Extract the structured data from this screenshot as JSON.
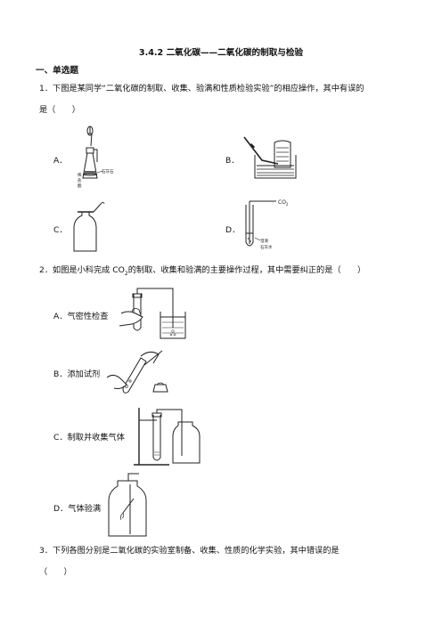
{
  "doc": {
    "title": "3.4.2 二氧化碳——二氧化碳的制取与检验",
    "section": "一、单选题",
    "questions": [
      {
        "line1": "1．下图是某同学“二氧化碳的制取、收集、验满和性质检验实验”的相应操作，其中有误的",
        "line2": "是（　　）",
        "options": [
          "A．",
          "B．",
          "C．",
          "D．"
        ],
        "figure_labels": {
          "a_stone": "石灰石",
          "a_acid1": "稀",
          "a_acid2": "盐",
          "a_acid3": "酸",
          "d_gas": "CO",
          "d_gas_sub": "2",
          "d_liquid1": "澄清",
          "d_liquid2": "石灰水"
        }
      },
      {
        "line1_pre": "2．如图是小科完成 CO",
        "line1_sub": "2",
        "line1_post": "的制取、收集和验满的主要操作过程，其中需要纠正的是（　　）",
        "options": [
          "A．气密性检查",
          "B．添加试剂",
          "C．制取并收集气体",
          "D．气体验满"
        ]
      },
      {
        "line1": "3．下列各图分别是二氧化碳的实验室制备、收集、性质的化学实验，其中错误的是",
        "line2": "（　　）"
      }
    ]
  }
}
